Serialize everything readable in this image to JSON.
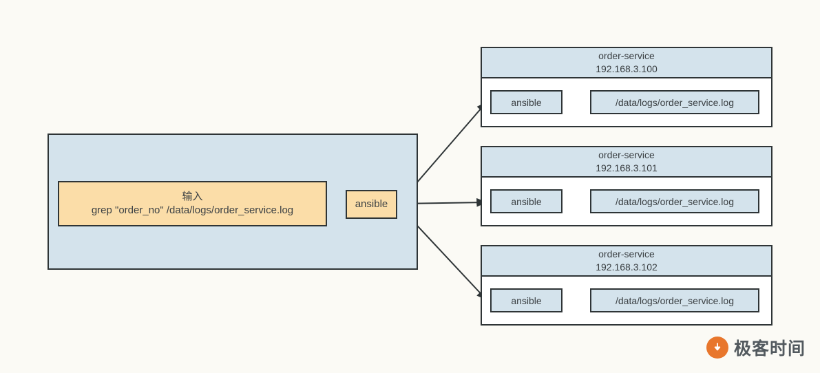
{
  "diagram": {
    "background_color": "#fbfaf5",
    "stroke_color": "#2e3436",
    "panel_fill": "#d4e3ec",
    "accent_fill": "#fbdda8",
    "control_panel": {
      "input_box": {
        "title": "输入",
        "command": "grep \"order_no\" /data/logs/order_service.log"
      },
      "hub": {
        "label": "ansible"
      }
    },
    "servers": [
      {
        "name": "order-service",
        "ip": "192.168.3.100",
        "agent": "ansible",
        "log_path": "/data/logs/order_service.log"
      },
      {
        "name": "order-service",
        "ip": "192.168.3.101",
        "agent": "ansible",
        "log_path": "/data/logs/order_service.log"
      },
      {
        "name": "order-service",
        "ip": "192.168.3.102",
        "agent": "ansible",
        "log_path": "/data/logs/order_service.log"
      }
    ],
    "watermark": {
      "text": "极客时间",
      "logo_color": "#e8762c"
    }
  }
}
